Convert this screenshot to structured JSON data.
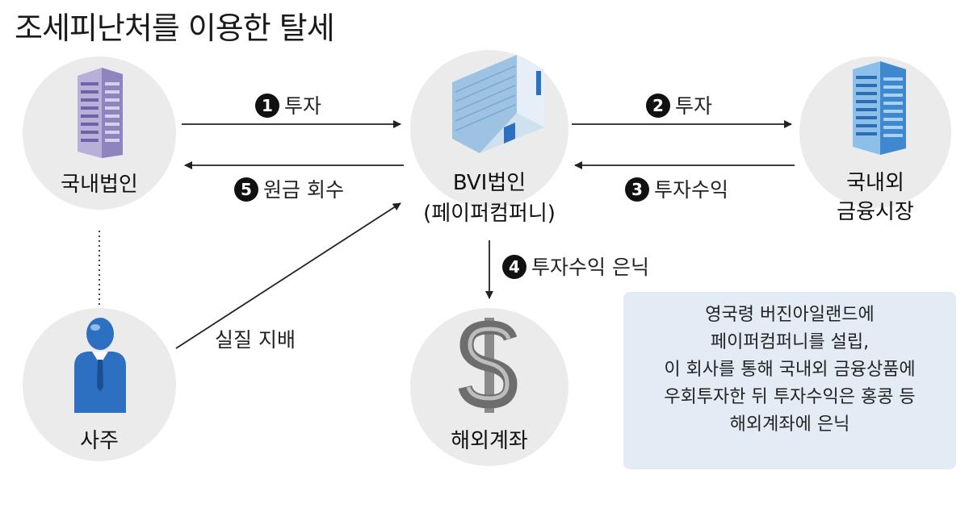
{
  "title": "조세피난처를 이용한 탈세",
  "nodes": {
    "domestic_corp": "국내법인",
    "bvi_corp": "BVI법인",
    "bvi_corp_sub": "(페이퍼컴퍼니)",
    "market_line1": "국내외",
    "market_line2": "금융시장",
    "owner": "사주",
    "overseas_account": "해외계좌"
  },
  "edges": {
    "e1": {
      "num": "1",
      "label": "투자"
    },
    "e2": {
      "num": "2",
      "label": "투자"
    },
    "e3": {
      "num": "3",
      "label": "투자수익"
    },
    "e4": {
      "num": "4",
      "label": "투자수익 은닉"
    },
    "e5": {
      "num": "5",
      "label": "원금 회수"
    },
    "control": {
      "label": "실질 지배"
    }
  },
  "note": [
    "영국령 버진아일랜드에",
    "페이퍼컴퍼니를 설립,",
    "이 회사를 통해 국내외 금융상품에",
    "우회투자한 뒤 투자수익은 홍콩 등",
    "해외계좌에 은닉"
  ],
  "colors": {
    "circle": "#ebebeb",
    "note_bg": "#e3ecf5",
    "building_purple": "#9a8fc4",
    "building_blue": "#4a8fd0",
    "person_blue": "#2d6fc0"
  }
}
